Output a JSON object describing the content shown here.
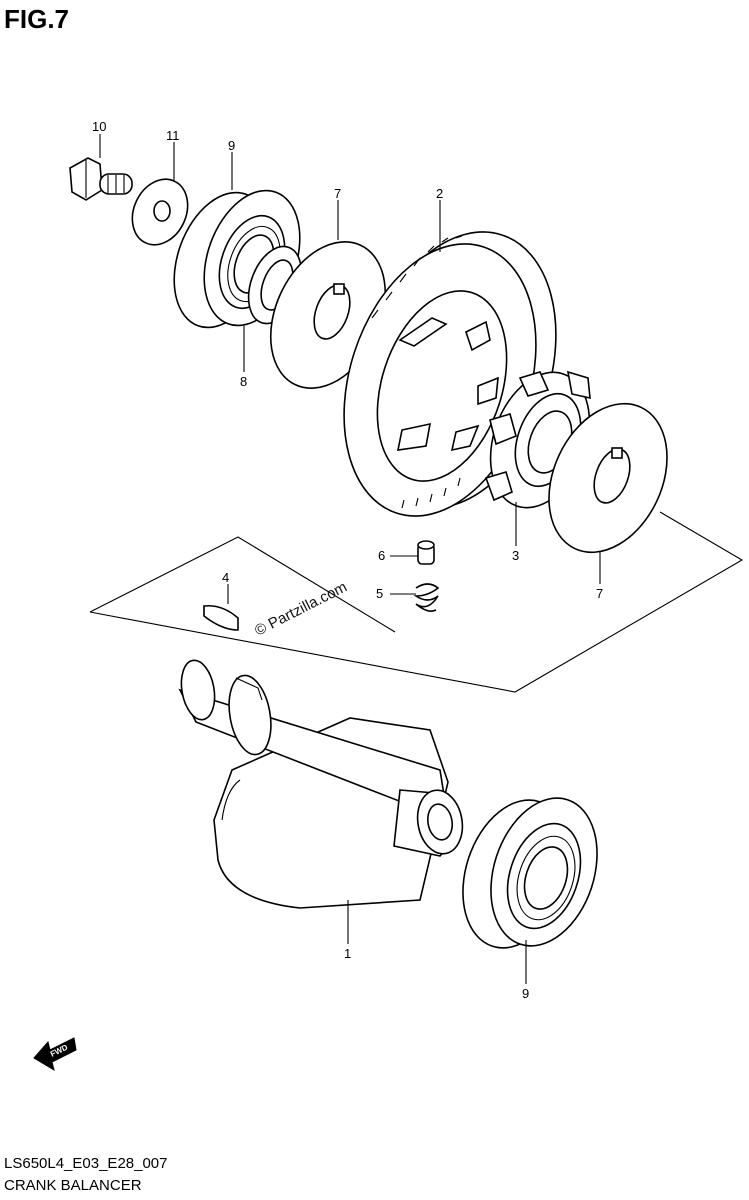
{
  "figure": {
    "title": "FIG.7"
  },
  "footer": {
    "code": "LS650L4_E03_E28_007",
    "name": "CRANK BALANCER"
  },
  "watermark": "© Partzilla.com",
  "fwd_label": "FWD",
  "callouts": {
    "c1": "1",
    "c2": "2",
    "c3": "3",
    "c4": "4",
    "c5": "5",
    "c6": "6",
    "c7a": "7",
    "c7b": "7",
    "c8": "8",
    "c9a": "9",
    "c9b": "9",
    "c10": "10",
    "c11": "11"
  },
  "icons": [
    "fwd-arrow-icon"
  ]
}
